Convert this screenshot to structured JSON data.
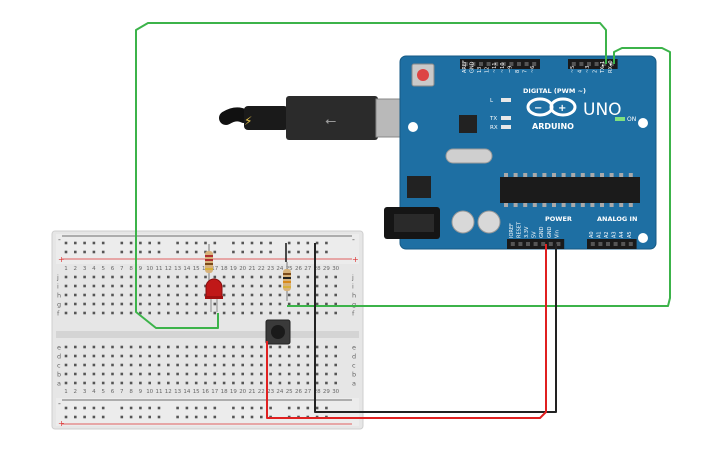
{
  "breadboard": {
    "rows_top": [
      "j",
      "i",
      "h",
      "g",
      "f"
    ],
    "rows_bottom": [
      "e",
      "d",
      "c",
      "b",
      "a"
    ],
    "column_numbers": [
      "1",
      "2",
      "3",
      "4",
      "5",
      "6",
      "7",
      "8",
      "9",
      "10",
      "11",
      "12",
      "13",
      "14",
      "15",
      "16",
      "17",
      "18",
      "19",
      "20",
      "21",
      "22",
      "23",
      "24",
      "25",
      "26",
      "27",
      "28",
      "29",
      "30"
    ],
    "rail_minus": "-",
    "rail_plus": "+"
  },
  "arduino": {
    "board_color": "#1e6fa3",
    "logo_text": "ARDUINO",
    "model": "UNO",
    "header_digital_pins": [
      "AREF",
      "GND",
      "13",
      "12",
      "~11",
      "~10",
      "~9",
      "8",
      "7",
      "~6",
      "~5",
      "4",
      "~3",
      "2",
      "TX▸1",
      "RX◂0"
    ],
    "digital_label": "DIGITAL (PWM ~)",
    "power_pins": [
      "IOREF",
      "RESET",
      "3.3V",
      "5V",
      "GND",
      "GND",
      "Vin"
    ],
    "analog_pins": [
      "A0",
      "A1",
      "A2",
      "A3",
      "A4",
      "A5"
    ],
    "power_label": "POWER",
    "analog_label": "ANALOG IN",
    "leds": [
      "L",
      "TX",
      "RX"
    ],
    "on_label": "ON"
  },
  "wire_colors": {
    "green": "#3cb34a",
    "red": "#e02020",
    "black": "#222222"
  },
  "components": [
    "resistor-1",
    "led-red",
    "resistor-2",
    "pushbutton",
    "usb-cable"
  ]
}
